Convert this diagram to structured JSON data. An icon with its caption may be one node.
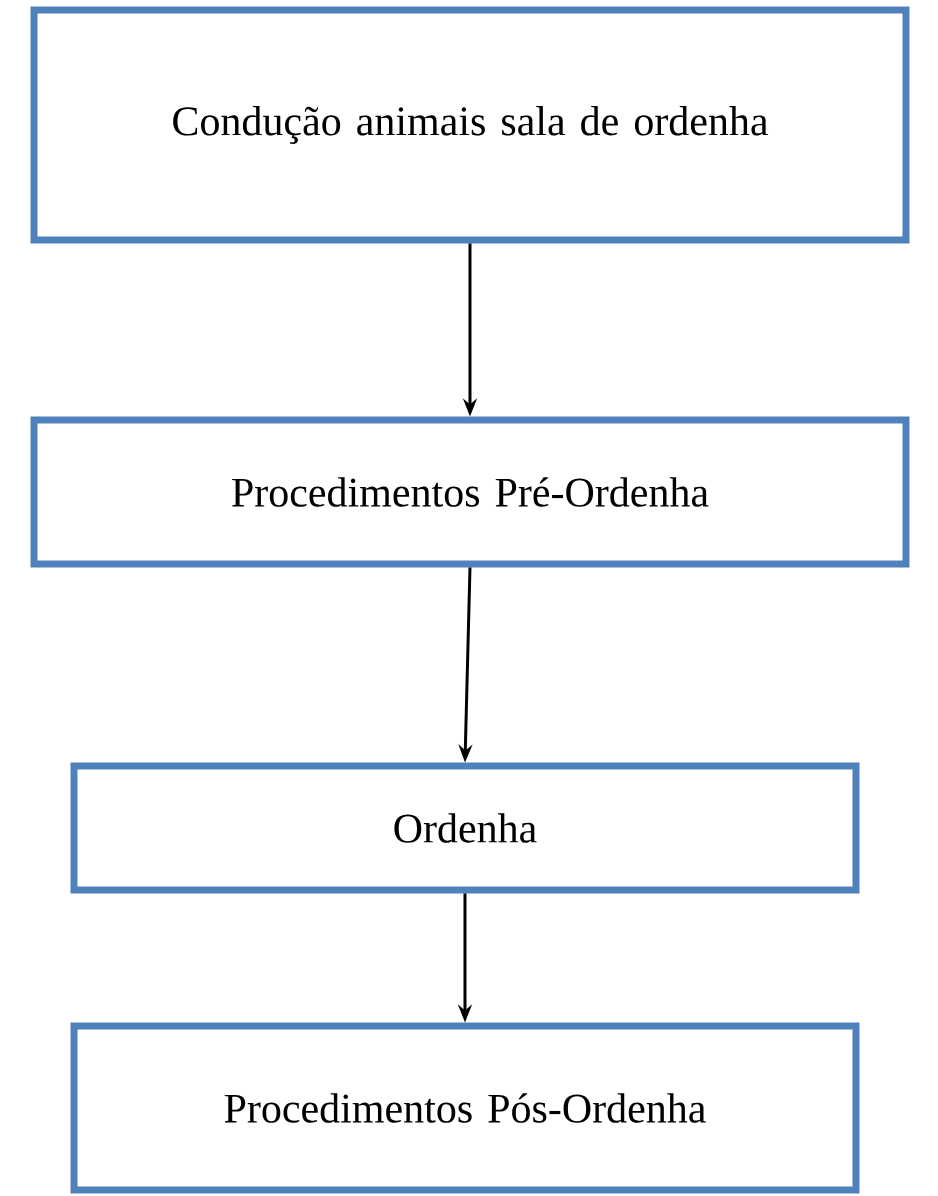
{
  "diagram": {
    "nodes": [
      {
        "text": [
          "Condução animais sala de ordenha"
        ]
      },
      {
        "text": [
          "Procedimentos Pré-Ordenha"
        ]
      },
      {
        "text": [
          "Ordenha"
        ]
      },
      {
        "text": [
          "Procedimentos Pós-Ordenha"
        ]
      }
    ],
    "edges": [
      {
        "from": 0,
        "to": 1,
        "arrow": "to"
      },
      {
        "from": 1,
        "to": 2,
        "arrow": "to"
      },
      {
        "from": 2,
        "to": 3,
        "arrow": "to"
      }
    ]
  }
}
